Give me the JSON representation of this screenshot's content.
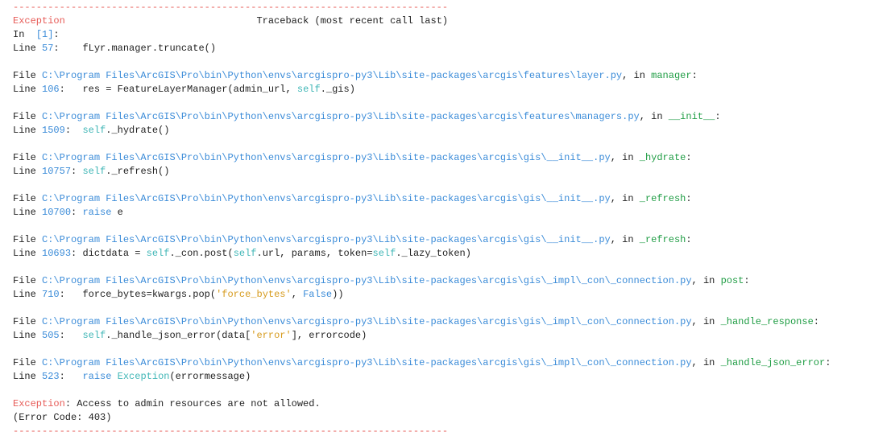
{
  "separator": "---------------------------------------------------------------------------",
  "header": {
    "exception": "Exception",
    "traceback": "Traceback (most recent call last)"
  },
  "cell": {
    "prefix": "In  ",
    "label": "[1]",
    "suffix": ":"
  },
  "first": {
    "line": "57",
    "code": [
      [
        "fLyr.manager.truncate()",
        "plain"
      ]
    ]
  },
  "frames": [
    {
      "file": "C:\\Program Files\\ArcGIS\\Pro\\bin\\Python\\envs\\arcgispro-py3\\Lib\\site-packages\\arcgis\\features\\layer.py",
      "func": "manager",
      "line": "106",
      "code": [
        [
          "res = FeatureLayerManager(admin_url, ",
          "plain"
        ],
        [
          "self",
          "teal"
        ],
        [
          "._gis)",
          "plain"
        ]
      ]
    },
    {
      "file": "C:\\Program Files\\ArcGIS\\Pro\\bin\\Python\\envs\\arcgispro-py3\\Lib\\site-packages\\arcgis\\features\\managers.py",
      "func": "__init__",
      "line": "1509",
      "code": [
        [
          "self",
          "teal"
        ],
        [
          "._hydrate()",
          "plain"
        ]
      ]
    },
    {
      "file": "C:\\Program Files\\ArcGIS\\Pro\\bin\\Python\\envs\\arcgispro-py3\\Lib\\site-packages\\arcgis\\gis\\__init__.py",
      "func": "_hydrate",
      "line": "10757",
      "code": [
        [
          "self",
          "teal"
        ],
        [
          "._refresh()",
          "plain"
        ]
      ]
    },
    {
      "file": "C:\\Program Files\\ArcGIS\\Pro\\bin\\Python\\envs\\arcgispro-py3\\Lib\\site-packages\\arcgis\\gis\\__init__.py",
      "func": "_refresh",
      "line": "10700",
      "code": [
        [
          "raise",
          "blue"
        ],
        [
          " e",
          "plain"
        ]
      ]
    },
    {
      "file": "C:\\Program Files\\ArcGIS\\Pro\\bin\\Python\\envs\\arcgispro-py3\\Lib\\site-packages\\arcgis\\gis\\__init__.py",
      "func": "_refresh",
      "line": "10693",
      "code": [
        [
          "dictdata = ",
          "plain"
        ],
        [
          "self",
          "teal"
        ],
        [
          "._con.post(",
          "plain"
        ],
        [
          "self",
          "teal"
        ],
        [
          ".url, params, token=",
          "plain"
        ],
        [
          "self",
          "teal"
        ],
        [
          "._lazy_token)",
          "plain"
        ]
      ]
    },
    {
      "file": "C:\\Program Files\\ArcGIS\\Pro\\bin\\Python\\envs\\arcgispro-py3\\Lib\\site-packages\\arcgis\\gis\\_impl\\_con\\_connection.py",
      "func": "post",
      "line": "710",
      "code": [
        [
          "force_bytes=kwargs.pop(",
          "plain"
        ],
        [
          "'force_bytes'",
          "yellow"
        ],
        [
          ", ",
          "plain"
        ],
        [
          "False",
          "blue"
        ],
        [
          "))",
          "plain"
        ]
      ]
    },
    {
      "file": "C:\\Program Files\\ArcGIS\\Pro\\bin\\Python\\envs\\arcgispro-py3\\Lib\\site-packages\\arcgis\\gis\\_impl\\_con\\_connection.py",
      "func": "_handle_response",
      "line": "505",
      "code": [
        [
          "self",
          "teal"
        ],
        [
          "._handle_json_error(data[",
          "plain"
        ],
        [
          "'error'",
          "yellow"
        ],
        [
          "], errorcode)",
          "plain"
        ]
      ]
    },
    {
      "file": "C:\\Program Files\\ArcGIS\\Pro\\bin\\Python\\envs\\arcgispro-py3\\Lib\\site-packages\\arcgis\\gis\\_impl\\_con\\_connection.py",
      "func": "_handle_json_error",
      "line": "523",
      "code": [
        [
          "raise",
          "blue"
        ],
        [
          " ",
          "plain"
        ],
        [
          "Exception",
          "teal"
        ],
        [
          "(errormessage)",
          "plain"
        ]
      ]
    }
  ],
  "error": {
    "type": "Exception",
    "message": ": Access to admin resources are not allowed.",
    "code": "(Error Code: 403)"
  },
  "labels": {
    "file": "File ",
    "in": ", in ",
    "line": "Line "
  }
}
